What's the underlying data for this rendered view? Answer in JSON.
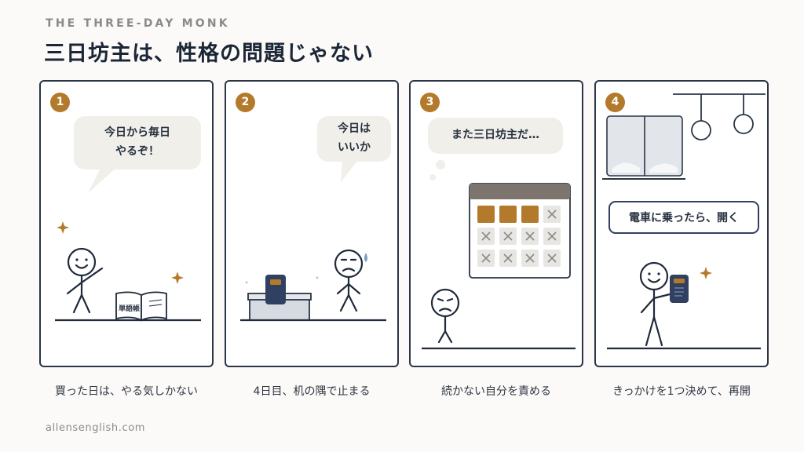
{
  "header": {
    "eyebrow": "THE THREE-DAY MONK",
    "title": "三日坊主は、性格の問題じゃない"
  },
  "panels": [
    {
      "number": "1",
      "bubble_line1": "今日から毎日",
      "bubble_line2": "やるぞ！",
      "book_label": "単語帳",
      "caption": "買った日は、やる気しかない"
    },
    {
      "number": "2",
      "bubble_line1": "今日は",
      "bubble_line2": "いいか",
      "caption": "4日目、机の隅で止まる"
    },
    {
      "number": "3",
      "bubble": "また三日坊主だ…",
      "calendar_done_days": 3,
      "calendar_missed_days": 9,
      "caption": "続かない自分を責める"
    },
    {
      "number": "4",
      "notice": "電車に乗ったら、開く",
      "caption": "きっかけを1つ決めて、再開"
    }
  ],
  "colors": {
    "accent": "#b47a2c",
    "navy": "#2a3546",
    "bubble": "#f1efea"
  },
  "footer": "allensenglish.com"
}
